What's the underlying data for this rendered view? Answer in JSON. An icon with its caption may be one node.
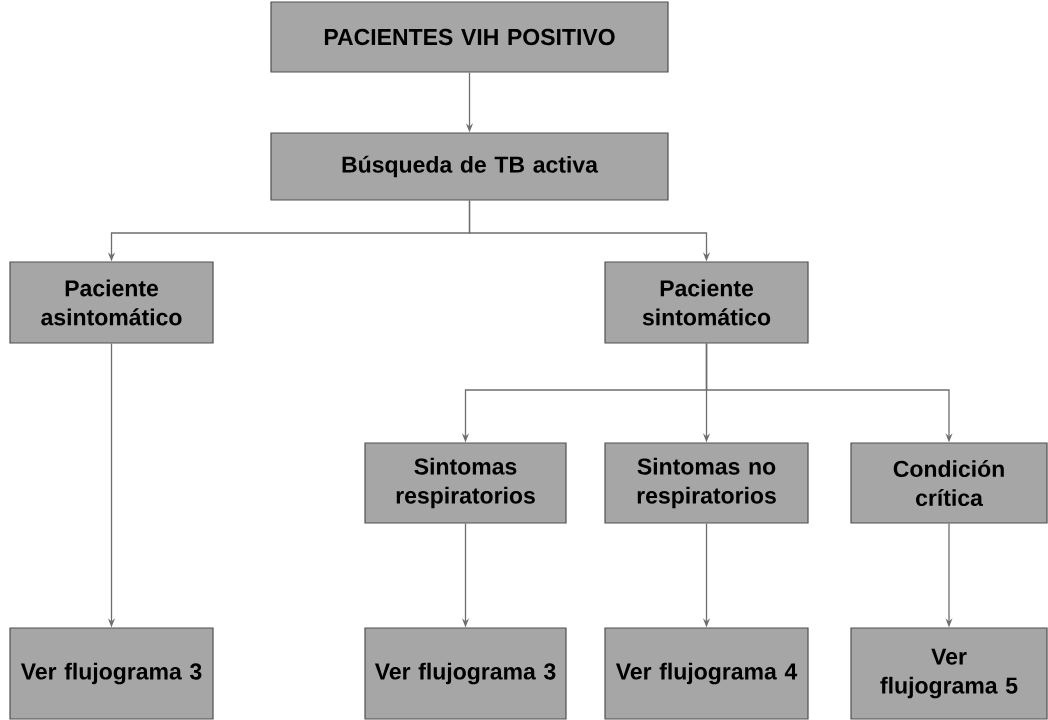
{
  "diagram": {
    "nodes": [
      {
        "text": [
          "PACIENTES VIH POSITIVO"
        ]
      },
      {
        "text": [
          "Búsqueda de TB activa"
        ]
      },
      {
        "text": [
          "Paciente asintomático"
        ]
      },
      {
        "text": [
          "Paciente sintomático"
        ]
      },
      {
        "text": [
          "Sintomas respiratorios"
        ]
      },
      {
        "text": [
          "Sintomas no respiratorios"
        ]
      },
      {
        "text": [
          "Condición crítica"
        ]
      },
      {
        "text": [
          "Ver flujograma 3"
        ]
      },
      {
        "text": [
          "Ver flujograma 3"
        ]
      },
      {
        "text": [
          "Ver flujograma 4"
        ]
      },
      {
        "text": [
          "Ver flujograma 5"
        ]
      }
    ],
    "edges": [
      {
        "from": 0,
        "to": 1,
        "arrow": "to"
      },
      {
        "from": 1,
        "to": 2,
        "arrow": "to"
      },
      {
        "from": 1,
        "to": 3,
        "arrow": "to"
      },
      {
        "from": 3,
        "to": 4,
        "arrow": "to"
      },
      {
        "from": 3,
        "to": 5,
        "arrow": "to"
      },
      {
        "from": 3,
        "to": 6,
        "arrow": "to"
      },
      {
        "from": 2,
        "to": 7,
        "arrow": "to"
      },
      {
        "from": 4,
        "to": 8,
        "arrow": "to"
      },
      {
        "from": 5,
        "to": 9,
        "arrow": "to"
      },
      {
        "from": 6,
        "to": 10,
        "arrow": "to"
      }
    ]
  }
}
